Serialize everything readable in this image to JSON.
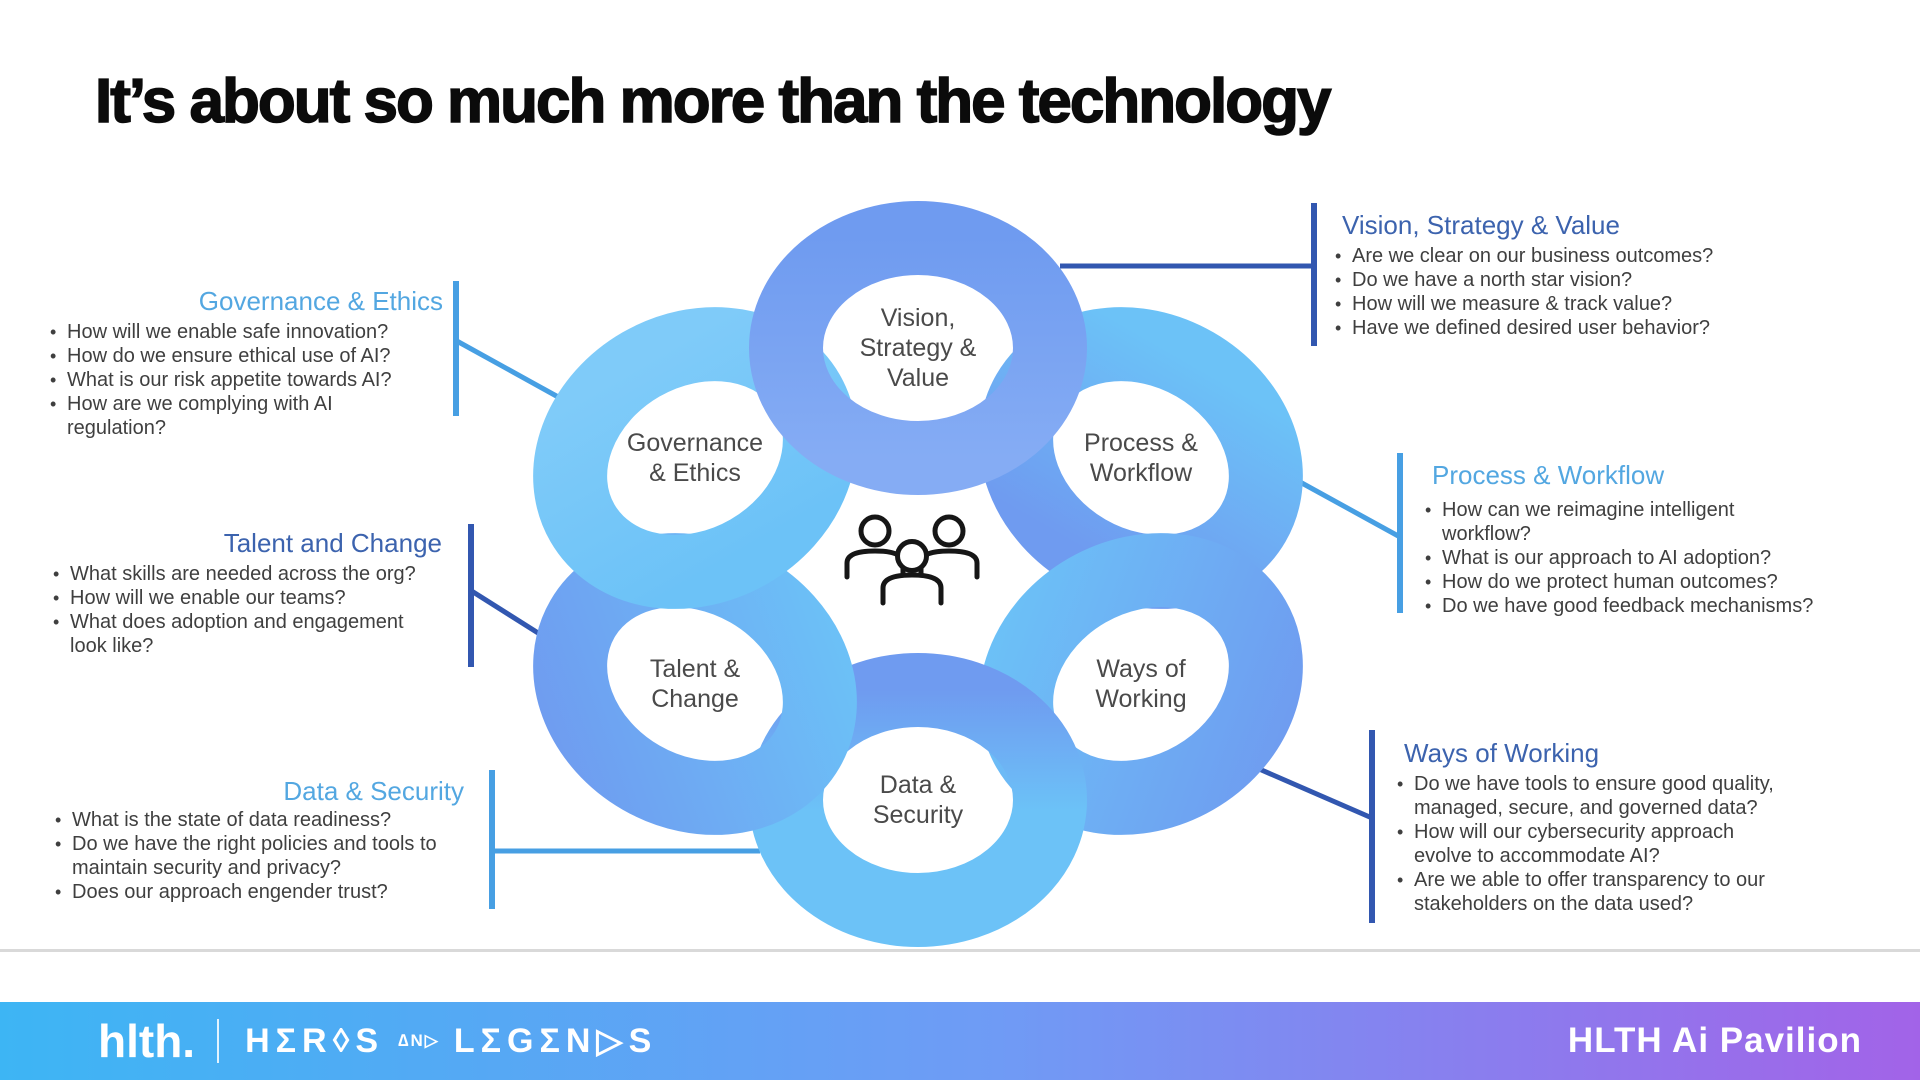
{
  "title": "It’s about so much more than the technology",
  "colors": {
    "title_text": "#0b0b0b",
    "body_text": "#3f3f3f",
    "circle_text": "#4a4a4a",
    "heading_light": "#53a7e1",
    "heading_dark": "#3c63ae",
    "light_accent": "#479fe3",
    "dark_accent": "#3257b0",
    "ring_sky": "#6cc2f7",
    "ring_sky_light": "#7fcbf9",
    "ring_cornflower": "#6f9bf0",
    "ring_cornflower_light": "#85acf4",
    "icon_stroke": "#161616",
    "divider_gray": "#d9d9d9",
    "footer_left": "#3db5f4",
    "footer_mid": "#6f9bf5",
    "footer_right": "#a263e8",
    "footer_text": "#ffffff"
  },
  "circles": {
    "vision": {
      "lines": [
        "Vision,",
        "Strategy &",
        "Value"
      ]
    },
    "governance": {
      "lines": [
        "Governance",
        "& Ethics"
      ]
    },
    "process": {
      "lines": [
        "Process &",
        "Workflow"
      ]
    },
    "talent": {
      "lines": [
        "Talent &",
        "Change"
      ]
    },
    "ways": {
      "lines": [
        "Ways of",
        "Working"
      ]
    },
    "data": {
      "lines": [
        "Data &",
        "Security"
      ]
    }
  },
  "callouts": {
    "governance": {
      "heading": "Governance & Ethics",
      "lines": [
        "How will we enable safe innovation?",
        "How do we ensure ethical use of AI?",
        "What is our risk appetite towards AI?",
        "How are we complying with AI",
        "regulation?"
      ]
    },
    "talent": {
      "heading": "Talent and Change",
      "lines": [
        "What skills are needed across the org?",
        "How will we enable our teams?",
        "What does adoption and engagement",
        "look like?"
      ]
    },
    "data": {
      "heading": "Data & Security",
      "lines": [
        "What is the state of data readiness?",
        "Do we have the right policies and tools to",
        "maintain security and privacy?",
        "Does our approach engender trust?"
      ]
    },
    "vision": {
      "heading": "Vision, Strategy & Value",
      "lines": [
        "Are we clear on our business outcomes?",
        "Do we have a north star vision?",
        "How will we measure & track value?",
        "Have we defined desired user behavior?"
      ]
    },
    "process": {
      "heading": "Process & Workflow",
      "lines": [
        "How can we reimagine intelligent",
        "workflow?",
        "What is our approach to AI adoption?",
        "How do we protect human outcomes?",
        "Do we have good feedback mechanisms?"
      ]
    },
    "ways": {
      "heading": "Ways of Working",
      "lines": [
        "Do we have tools to ensure good quality,",
        "managed, secure, and governed data?",
        "How will our cybersecurity approach",
        "evolve to accommodate AI?",
        "Are we able to offer transparency to our",
        "stakeholders on the data used?"
      ]
    }
  },
  "footer": {
    "logo": "hlth.",
    "brand_main": "HΣR◊S",
    "brand_and": "∆N▷",
    "brand_tail": "LΣGΣN▷S",
    "pavilion": "HLTH Ai Pavilion"
  }
}
